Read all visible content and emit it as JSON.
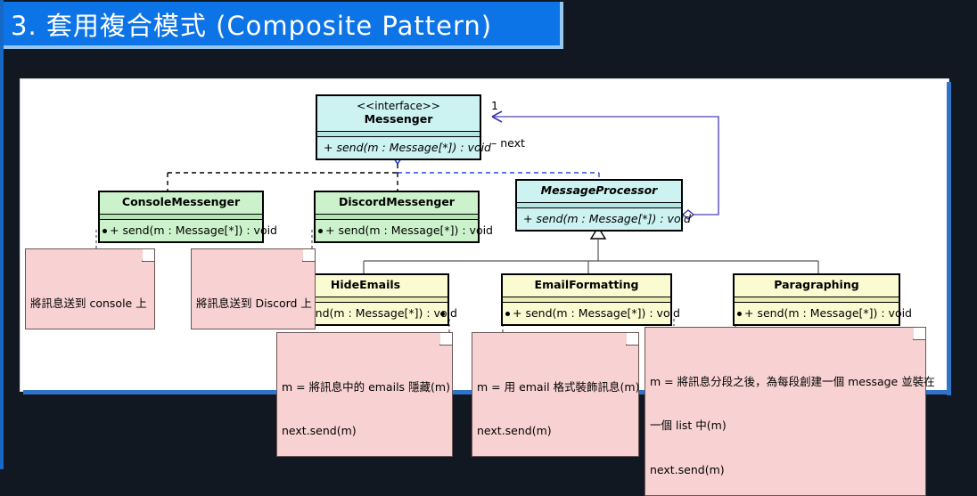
{
  "slide": {
    "title": "3. 套用複合模式 (Composite Pattern)",
    "title_bg": "#0d74e7",
    "background": "#111821",
    "canvas_bg": "#ffffff"
  },
  "palette": {
    "interface_fill": "#ccf2f2",
    "concrete_fill": "#ccf2cc",
    "decorator_fill": "#fbfbd2",
    "note_fill": "#f8d2d2",
    "association_stroke": "#6a62c8",
    "realization_stroke": "#2a4bd7"
  },
  "classes": {
    "messenger": {
      "stereotype": "<<interface>>",
      "name": "Messenger",
      "method": "+ send(m : Message[*]) : void"
    },
    "console_messenger": {
      "name": "ConsoleMessenger",
      "method": "+ send(m : Message[*]) : void"
    },
    "discord_messenger": {
      "name": "DiscordMessenger",
      "method": "+ send(m : Message[*]) : void"
    },
    "message_processor": {
      "name": "MessageProcessor",
      "method": "+ send(m : Message[*]) : void"
    },
    "hide_emails": {
      "name": "HideEmails",
      "method": "+ send(m : Message[*]) : void"
    },
    "email_formatting": {
      "name": "EmailFormatting",
      "method": "+ send(m : Message[*]) : void"
    },
    "paragraphing": {
      "name": "Paragraphing",
      "method": "+ send(m : Message[*]) : void"
    }
  },
  "association": {
    "multiplicity": "1",
    "role": "– next"
  },
  "notes": {
    "console": {
      "lines": [
        "將訊息送到 console 上"
      ]
    },
    "discord": {
      "lines": [
        "將訊息送到 Discord 上"
      ]
    },
    "hide_emails": {
      "lines": [
        "m = 將訊息中的 emails 隱藏(m)",
        "next.send(m)"
      ]
    },
    "email_formatting": {
      "lines": [
        "m = 用 email 格式裝飾訊息(m)",
        "next.send(m)"
      ]
    },
    "paragraphing": {
      "lines": [
        "m = 將訊息分段之後，為每段創建一個 message 並裝在",
        "一個 list 中(m)",
        "next.send(m)"
      ]
    }
  }
}
